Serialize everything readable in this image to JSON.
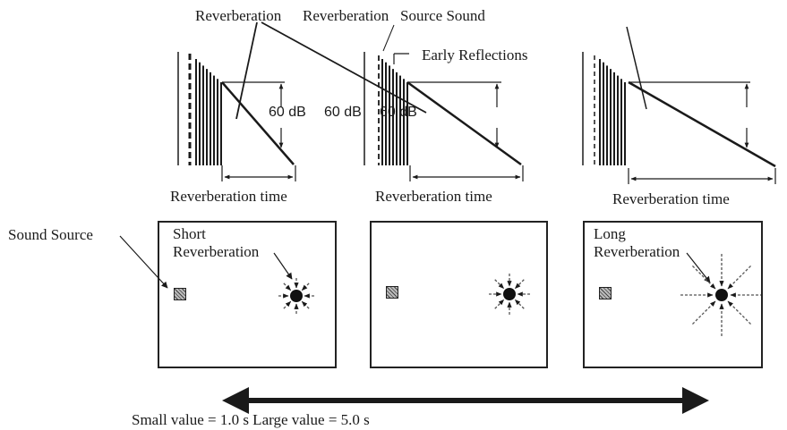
{
  "labels": {
    "reverberation_1": "Reverberation",
    "reverberation_2": "Reverberation",
    "source_sound": "Source Sound",
    "early_reflections": "Early Reflections",
    "db_1": "60 dB",
    "db_2": "60 dB",
    "db_3": "60 dB",
    "sound_source": "Sound Source",
    "reverb_time_1": "Reverberation time",
    "reverb_time_2": "Reverberation time",
    "reverb_time_3": "Reverberation time",
    "short_1": "Short",
    "short_2": "Reverberation",
    "long_1": "Long",
    "long_2": "Reverberation",
    "scale": "Small value = 1.0 s Large value = 5.0 s"
  },
  "colors": {
    "ink": "#1a1a1a",
    "dashed_ray": "#555555"
  }
}
